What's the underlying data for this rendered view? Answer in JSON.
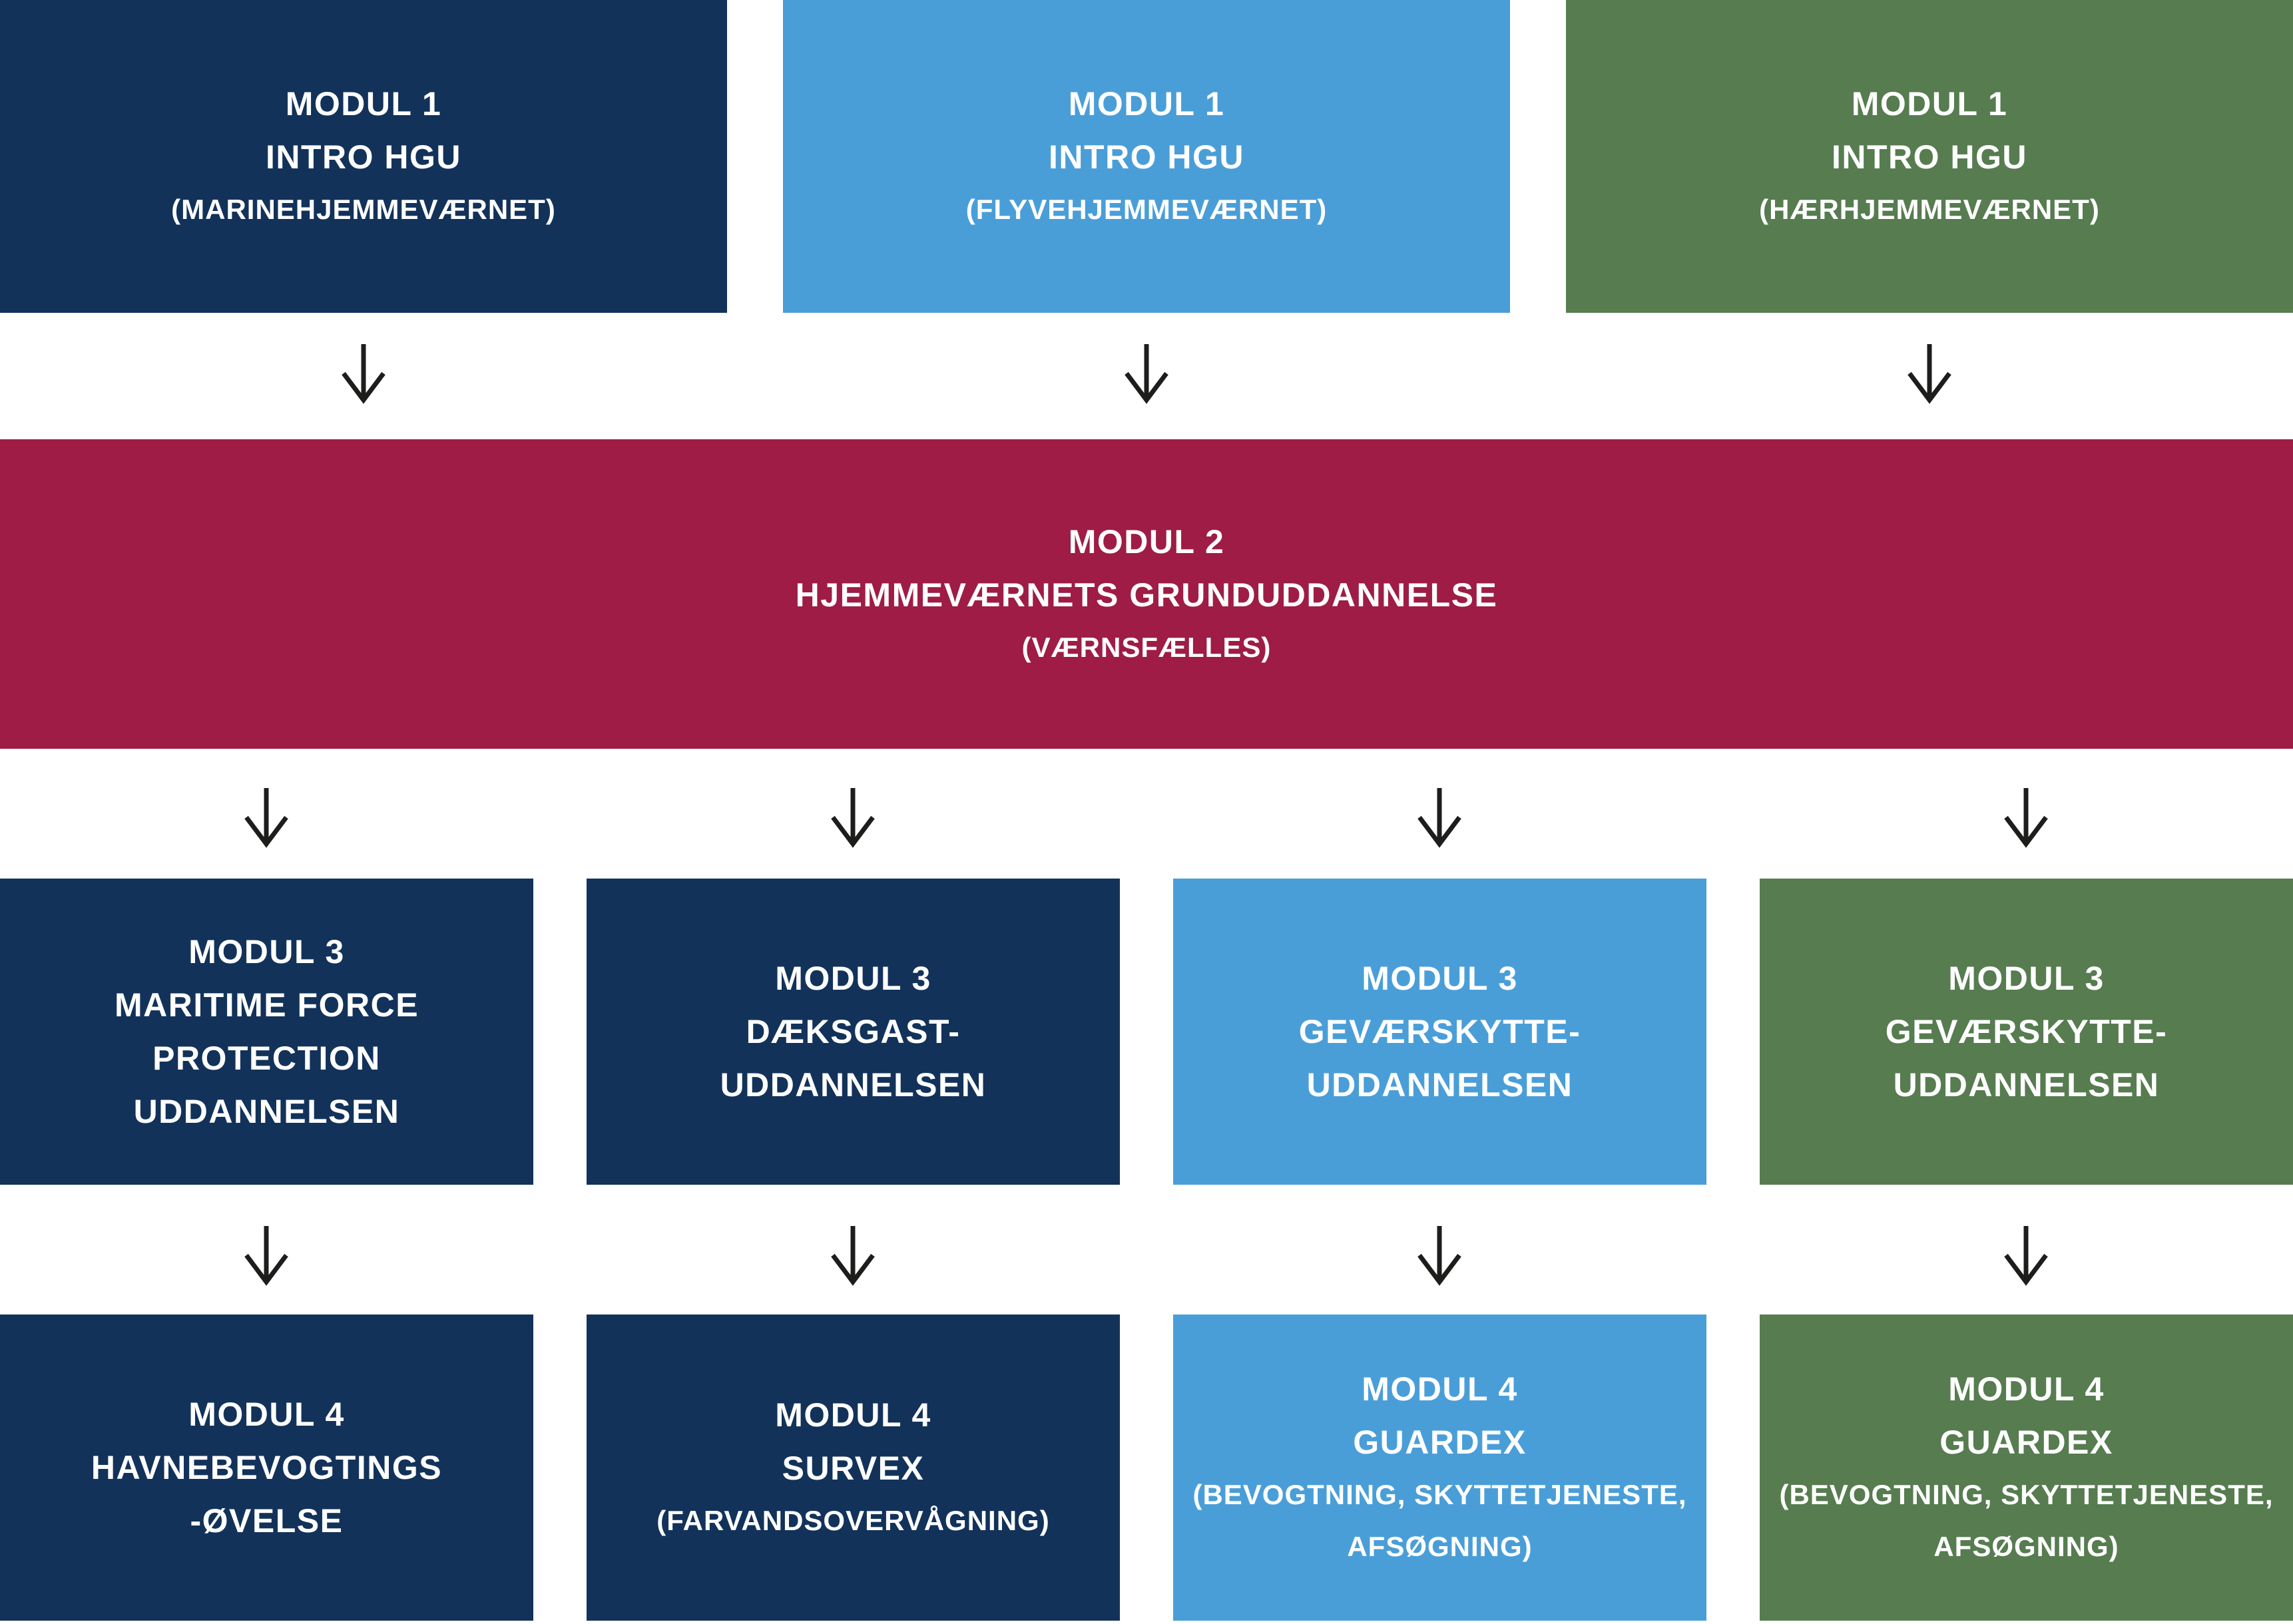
{
  "colors": {
    "navy": "#12325A",
    "light_blue": "#4A9ED8",
    "green": "#567C50",
    "maroon": "#9E1C46",
    "arrow": "#1D1D1B",
    "text": "#FFFFFF",
    "background": "#FFFFFF"
  },
  "row1": {
    "boxes": [
      {
        "title1": "MODUL 1",
        "title2": "INTRO HGU",
        "subtitle": "(MARINEHJEMMEVÆRNET)"
      },
      {
        "title1": "MODUL 1",
        "title2": "INTRO HGU",
        "subtitle": "(FLYVEHJEMMEVÆRNET)"
      },
      {
        "title1": "MODUL 1",
        "title2": "INTRO HGU",
        "subtitle": "(HÆRHJEMMEVÆRNET)"
      }
    ]
  },
  "row2": {
    "box": {
      "title1": "MODUL 2",
      "title2": "HJEMMEVÆRNETS GRUNDUDDANNELSE",
      "subtitle": "(VÆRNSFÆLLES)"
    }
  },
  "row3": {
    "boxes": [
      {
        "title1": "MODUL 3",
        "title2": "MARITIME FORCE",
        "title3": "PROTECTION",
        "title4": "UDDANNELSEN"
      },
      {
        "title1": "MODUL 3",
        "title2": "DÆKSGAST-",
        "title3": "UDDANNELSEN"
      },
      {
        "title1": "MODUL 3",
        "title2": "GEVÆRSKYTTE-",
        "title3": "UDDANNELSEN"
      },
      {
        "title1": "MODUL 3",
        "title2": "GEVÆRSKYTTE-",
        "title3": "UDDANNELSEN"
      }
    ]
  },
  "row4": {
    "boxes": [
      {
        "title1": "MODUL 4",
        "title2": "HAVNEBEVOGTINGS",
        "title3": "-ØVELSE"
      },
      {
        "title1": "MODUL 4",
        "title2": "SURVEX",
        "subtitle": "(FARVANDSOVERVÅGNING)"
      },
      {
        "title1": "MODUL 4",
        "title2": "GUARDEX",
        "subtitle1": "(BEVOGTNING, SKYTTETJENESTE,",
        "subtitle2": "AFSØGNING)"
      },
      {
        "title1": "MODUL 4",
        "title2": "GUARDEX",
        "subtitle1": "(BEVOGTNING, SKYTTETJENESTE,",
        "subtitle2": "AFSØGNING)"
      }
    ]
  }
}
